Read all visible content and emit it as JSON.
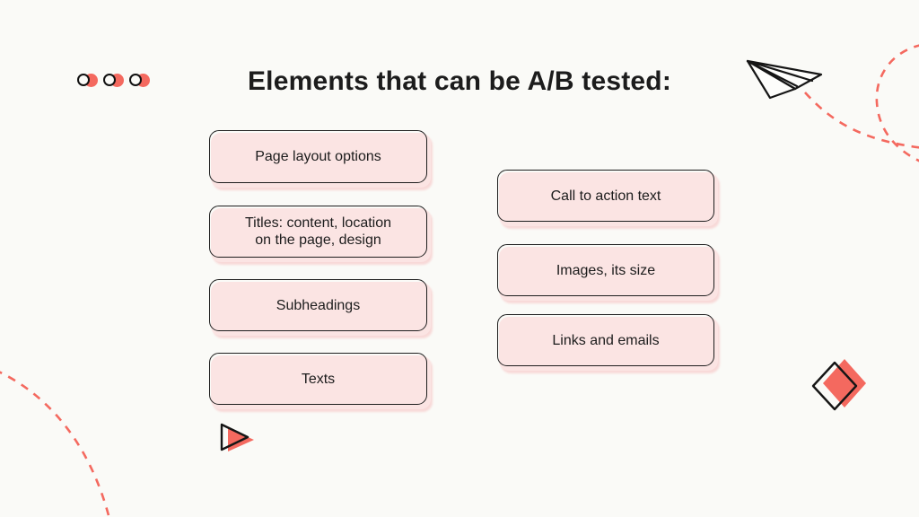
{
  "title": "Elements that can be A/B tested:",
  "cards": {
    "left": [
      {
        "label": "Page layout options"
      },
      {
        "label": "Titles: content, location\non the page, design"
      },
      {
        "label": "Subheadings"
      },
      {
        "label": "Texts"
      }
    ],
    "right": [
      {
        "label": "Call to action text"
      },
      {
        "label": "Images, its size"
      },
      {
        "label": "Links and emails"
      }
    ]
  },
  "colors": {
    "background": "#fafaf7",
    "card_fill": "#fbe4e3",
    "card_shadow": "#f8d9d8",
    "outline": "#1e1e1e",
    "text": "#1c1c1c",
    "accent": "#f4695f"
  },
  "decorations": [
    "dot-trio-icon",
    "paper-plane-icon",
    "dashed-trail-icon",
    "dashed-loop-icon",
    "dashed-arc-icon",
    "play-triangle-icon",
    "diamond-icon"
  ]
}
